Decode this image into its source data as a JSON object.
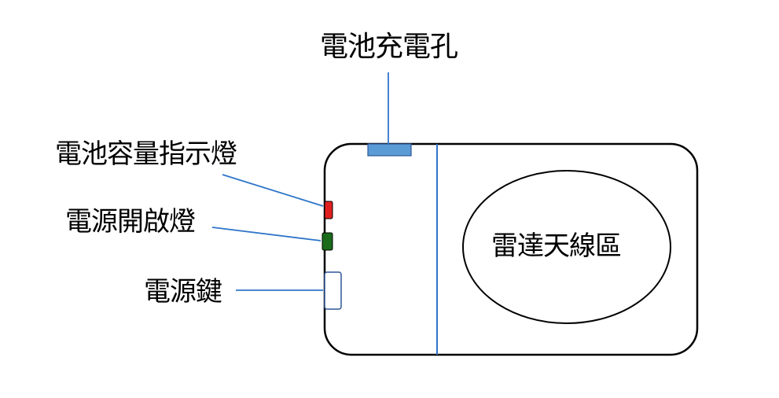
{
  "labels": {
    "charge_port": "電池充電孔",
    "battery_indicator": "電池容量指示燈",
    "power_indicator": "電源開啟燈",
    "power_key": "電源鍵",
    "radar_area": "雷達天線區"
  },
  "colors": {
    "outline": "#000000",
    "leader_line": "#2f75c8",
    "charge_port": "#5b9bd5",
    "battery_led": "#e0201f",
    "power_led": "#1a6b1a",
    "power_key_outline": "#2f5597",
    "divider": "#2f75c8"
  }
}
